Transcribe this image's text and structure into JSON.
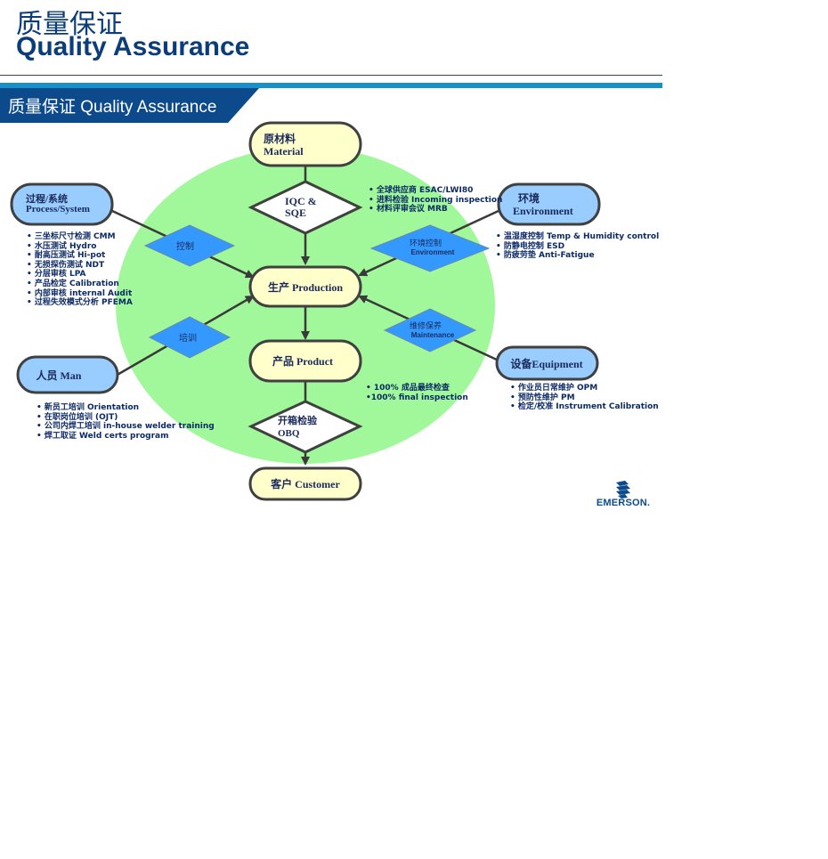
{
  "header": {
    "title_zh": "质量保证",
    "title_en": "Quality Assurance"
  },
  "banner": {
    "label": "质量保证 Quality Assurance"
  },
  "nodes": {
    "material": {
      "zh": "原材料",
      "en": "Material"
    },
    "iqc": {
      "line1": "IQC &",
      "line2": "SQE"
    },
    "production": {
      "label": "生产 Production"
    },
    "product": {
      "label": "产品 Product"
    },
    "obq": {
      "line1": "开箱检验",
      "line2": "OBQ"
    },
    "customer": {
      "label": "客户 Customer"
    },
    "process": {
      "zh": "过程/系统",
      "en": "Process/System"
    },
    "environment": {
      "zh": "环境",
      "en": "Environment"
    },
    "man": {
      "label": "人员 Man"
    },
    "equipment": {
      "label": "设备Equipment"
    },
    "control": {
      "label": "控制"
    },
    "training": {
      "label": "培训"
    },
    "env_control": {
      "zh": "环境控制",
      "en": "Environment"
    },
    "maintenance": {
      "zh": "维修保养",
      "en": "Maintenance"
    }
  },
  "bullets": {
    "iqc": [
      "• 全球供应商 ESAC/LWI80",
      "• 进料检验 Incoming inspection",
      "• 材料评审会议 MRB"
    ],
    "process": [
      "• 三坐标尺寸检测 CMM",
      "• 水压测试 Hydro",
      "• 耐高压测试 Hi-pot",
      "• 无损探伤测试 NDT",
      "• 分层审核 LPA",
      "• 产品检定 Calibration",
      "• 内部审核 internal Audit",
      "• 过程失效模式分析 PFEMA"
    ],
    "environment": [
      "• 温湿度控制 Temp & Humidity control",
      "• 防静电控制 ESD",
      "• 防疲劳垫 Anti-Fatigue"
    ],
    "product": [
      "• 100% 成品最终检查",
      "•100% final inspection"
    ],
    "equipment": [
      "• 作业员日常维护 OPM",
      "• 预防性维护 PM",
      "• 检定/校准 Instrument Calibration"
    ],
    "man": [
      "• 新员工培训 Orientation",
      "• 在职岗位培训 (OJT)",
      "• 公司内焊工培训 in-house welder training",
      "• 焊工取证 Weld certs program"
    ]
  },
  "logo": {
    "text": "EMERSON."
  },
  "colors": {
    "circle": "#a0f89a",
    "yellow_box": "#ffffcc",
    "blue_box": "#99ccff",
    "diamond_blue": "#3399ff",
    "banner": "#0c4a8c",
    "accent_line": "#1790cc",
    "title": "#0a3d7a"
  }
}
